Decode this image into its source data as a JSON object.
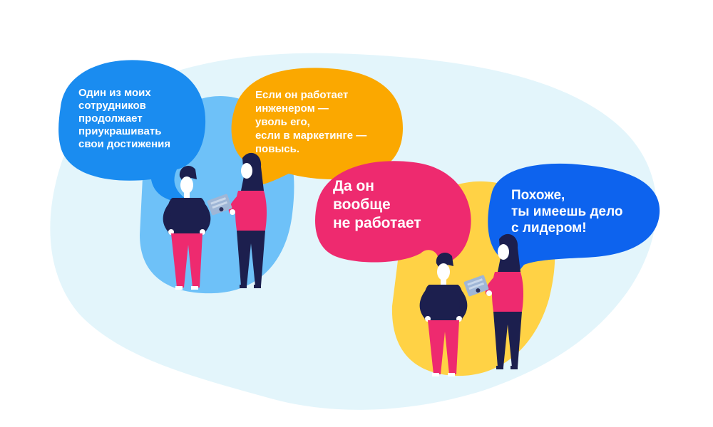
{
  "colors": {
    "background_blob": "#e3f5fb",
    "scene_left_bg": "#6ec1f8",
    "scene_right_bg": "#ffd245",
    "bubble_blue": "#1a8cf0",
    "bubble_orange": "#fba800",
    "bubble_pink": "#ee2a6f",
    "bubble_royal": "#0d63ee",
    "skin": "#ffffff",
    "man_shirt": "#1c1f4e",
    "man_pants": "#ee2a6f",
    "woman_top": "#ee2a6f",
    "woman_pants": "#1c1f4e",
    "hair": "#1c1f4e",
    "tablet": "#9fb6d6"
  },
  "bubbles": [
    {
      "lines": [
        "Один из моих",
        "сотрудников",
        "продолжает",
        "приукрашивать",
        "свои достижения"
      ]
    },
    {
      "lines": [
        "Если он работает",
        "инженером —",
        "уволь его,",
        "если в маркетинге —",
        "повысь."
      ]
    },
    {
      "lines": [
        "Да он",
        "вообще",
        "не работает"
      ]
    },
    {
      "lines": [
        "Похоже,",
        "ты имеешь дело",
        "с лидером!"
      ]
    }
  ],
  "icons": [
    "man-figure-icon",
    "woman-figure-icon",
    "tablet-icon"
  ]
}
